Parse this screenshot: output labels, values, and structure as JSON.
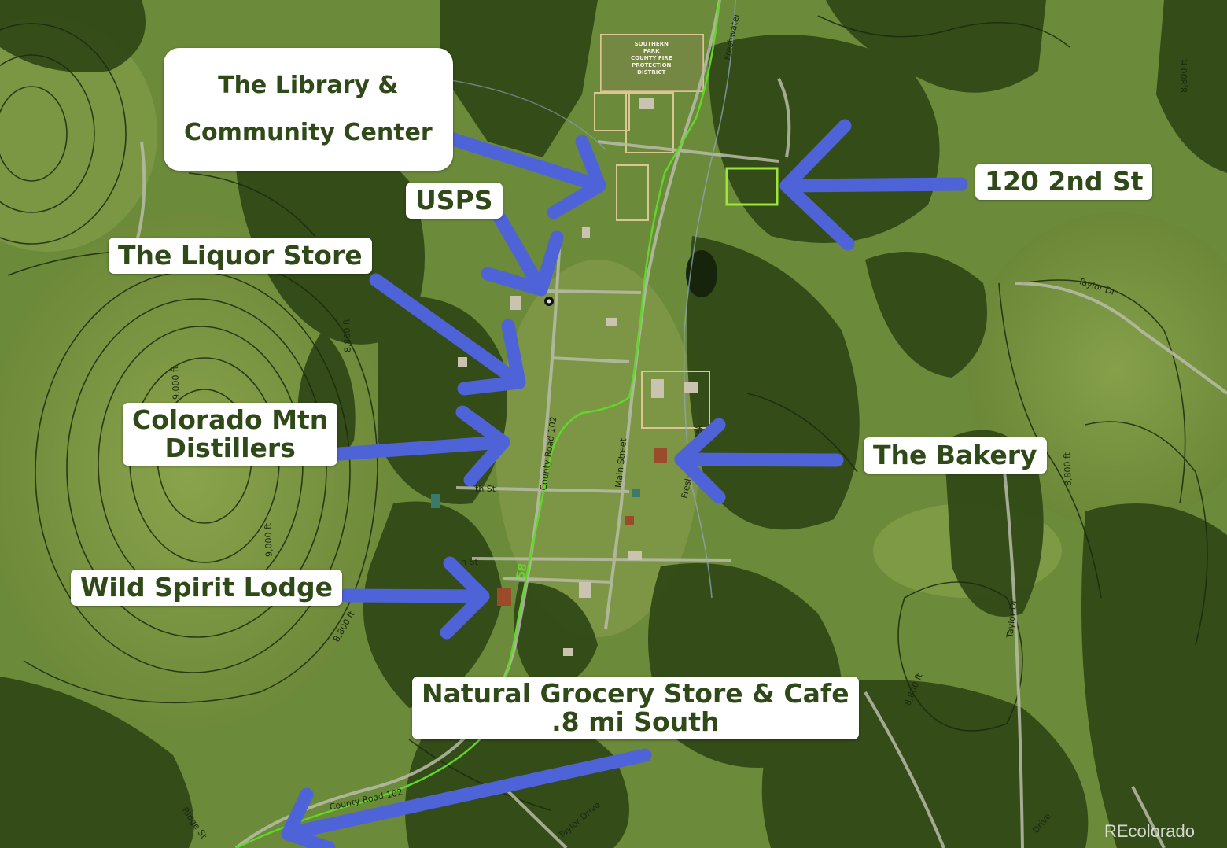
{
  "map": {
    "colors": {
      "terrain": "#6b8a3a",
      "forest": "#2c4414",
      "contour": "#1c2a0c",
      "arrow": "#4f63d8",
      "highway": "#5fd82a",
      "parcel_outline": "#9ee53a",
      "lot_outline": "#d9c690",
      "callout_bg": "#ffffff",
      "callout_text": "#2f4a18"
    },
    "callouts": {
      "library": {
        "line1": "The Library &",
        "line2": "Community Center"
      },
      "usps": "USPS",
      "liquor": "The Liquor Store",
      "address": "120 2nd St",
      "distillers": {
        "line1": "Colorado Mtn",
        "line2": "Distillers"
      },
      "bakery": "The Bakery",
      "lodge": "Wild Spirit Lodge",
      "grocery": {
        "line1": "Natural Grocery Store & Cafe",
        "line2": ".8 mi South"
      }
    },
    "map_labels": {
      "fire_district": [
        "SOUTHERN",
        "PARK",
        "COUNTY FIRE",
        "PROTECTION",
        "DISTRICT"
      ],
      "freshwater_1": "Freshwater",
      "freshwater_2": "Freshwater Creek",
      "taylor_dr": "Taylor Dr",
      "taylor_dr_2": "Taylor Dr",
      "taylor_drive": "Taylor Drive",
      "county_road_102_a": "County Road 102",
      "county_road_102_b": "County Road 102",
      "main_street": "Main Street",
      "sixth_st": "th St",
      "fifth_st": "h St",
      "route_58": "58",
      "ridge_st": "Ridge St",
      "drive": "Drive",
      "contour_8800_a": "8,800 ft",
      "contour_9000_a": "9,000 ft",
      "contour_9000_b": "9,000 ft",
      "contour_8800_b": "8,800 ft",
      "contour_8800_c": "8,800 ft",
      "contour_8800_d": "8,800 ft",
      "contour_8800_e": "8,800 ft"
    },
    "watermark": "REcolorado"
  }
}
